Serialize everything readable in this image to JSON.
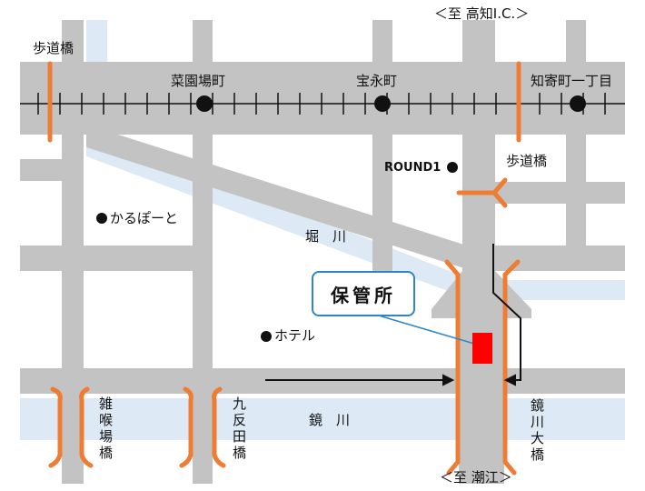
{
  "map": {
    "colors": {
      "road": "#c3c3c3",
      "river": "#dde9f4",
      "bridge": "#ee7d33",
      "railway": "#111111",
      "destination": "#ff0000",
      "callout_border": "#2e86c8"
    },
    "direction_north": "＜至 高知I.C.＞",
    "direction_south": "＜至 潮江＞",
    "stations": {
      "station_1": "菜園場町",
      "station_2": "宝永町",
      "station_3": "知寄町一丁目"
    },
    "bridges": {
      "footbridge_west": "歩道橋",
      "footbridge_east": "歩道橋",
      "zakoba_bridge": "雑喉場橋",
      "kutanda_bridge": "九反田橋",
      "kagami_ohashi": "鏡川大橋"
    },
    "landmarks": {
      "round1": "ROUND1",
      "karupoto": "かるぽーと",
      "hotel": "ホテル"
    },
    "rivers": {
      "hori_river": "堀　川",
      "kagami_river": "鏡　川"
    },
    "destination": {
      "label": "保管所"
    }
  }
}
